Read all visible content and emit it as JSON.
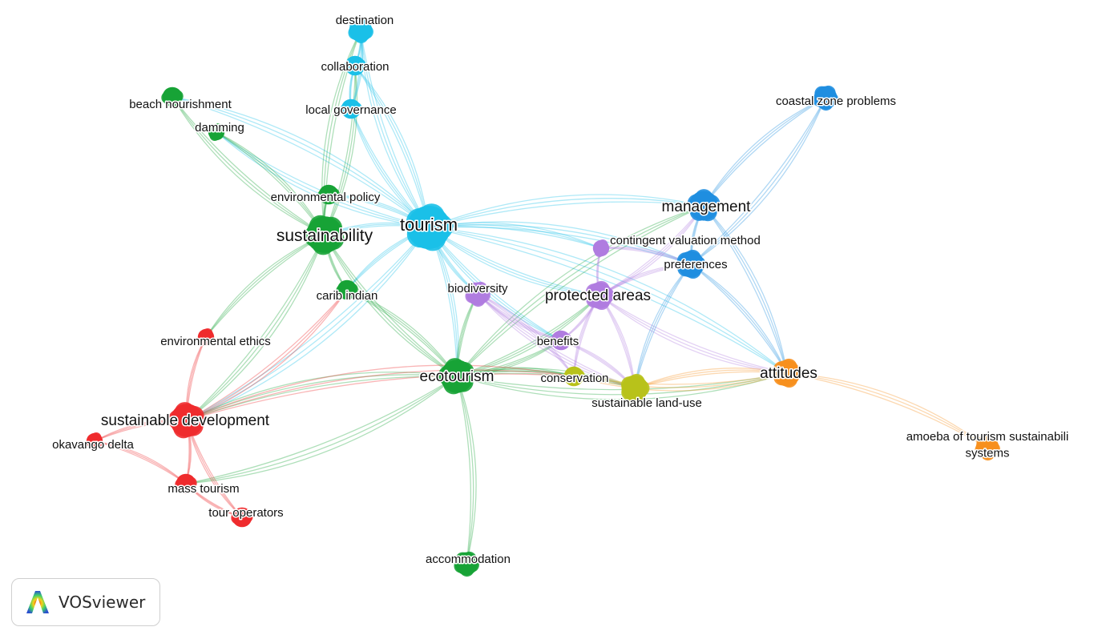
{
  "app": {
    "name": "VOSviewer"
  },
  "clusters": {
    "red": "#ef2b2d",
    "green": "#17a336",
    "cyan": "#1ac0e8",
    "blue": "#1f8ee0",
    "purple": "#b07ce0",
    "olive": "#b8c21a",
    "orange": "#f7901e"
  },
  "nodes": [
    {
      "id": "tourism",
      "label": "tourism",
      "cluster": "cyan",
      "weight": 10
    },
    {
      "id": "destination",
      "label": "destination",
      "cluster": "cyan",
      "weight": 4
    },
    {
      "id": "collaboration",
      "label": "collaboration",
      "cluster": "cyan",
      "weight": 3
    },
    {
      "id": "local-governance",
      "label": "local governance",
      "cluster": "cyan",
      "weight": 3
    },
    {
      "id": "sustainability",
      "label": "sustainability",
      "cluster": "green",
      "weight": 8
    },
    {
      "id": "beach-nourishment",
      "label": "beach nourishment",
      "cluster": "green",
      "weight": 3
    },
    {
      "id": "damming",
      "label": "damming",
      "cluster": "green",
      "weight": 2
    },
    {
      "id": "environmental-policy",
      "label": "environmental policy",
      "cluster": "green",
      "weight": 3
    },
    {
      "id": "carib-indian",
      "label": "carib indian",
      "cluster": "green",
      "weight": 3
    },
    {
      "id": "ecotourism",
      "label": "ecotourism",
      "cluster": "green",
      "weight": 7
    },
    {
      "id": "accommodation",
      "label": "accommodation",
      "cluster": "green",
      "weight": 4
    },
    {
      "id": "sustainable-development",
      "label": "sustainable development",
      "cluster": "red",
      "weight": 7
    },
    {
      "id": "okavango-delta",
      "label": "okavango delta",
      "cluster": "red",
      "weight": 2
    },
    {
      "id": "environmental-ethics",
      "label": "environmental ethics",
      "cluster": "red",
      "weight": 2
    },
    {
      "id": "mass-tourism",
      "label": "mass tourism",
      "cluster": "red",
      "weight": 3
    },
    {
      "id": "tour-operators",
      "label": "tour operators",
      "cluster": "red",
      "weight": 3
    },
    {
      "id": "biodiversity",
      "label": "biodiversity",
      "cluster": "purple",
      "weight": 4
    },
    {
      "id": "protected-areas",
      "label": "protected areas",
      "cluster": "purple",
      "weight": 5
    },
    {
      "id": "benefits",
      "label": "benefits",
      "cluster": "purple",
      "weight": 3
    },
    {
      "id": "contingent-valuation-method",
      "label": "contingent valuation method",
      "cluster": "purple",
      "weight": 2
    },
    {
      "id": "management",
      "label": "management",
      "cluster": "blue",
      "weight": 6
    },
    {
      "id": "preferences",
      "label": "preferences",
      "cluster": "blue",
      "weight": 5
    },
    {
      "id": "coastal-zone-problems",
      "label": "coastal zone problems",
      "cluster": "blue",
      "weight": 4
    },
    {
      "id": "conservation",
      "label": "conservation",
      "cluster": "olive",
      "weight": 3
    },
    {
      "id": "sustainable-land-use",
      "label": "sustainable land-use",
      "cluster": "olive",
      "weight": 5
    },
    {
      "id": "attitudes",
      "label": "attitudes",
      "cluster": "orange",
      "weight": 5
    },
    {
      "id": "amoeba-systems",
      "label": "amoeba of tourism sustainabili\nsystems",
      "cluster": "orange",
      "weight": 4
    }
  ],
  "links": [
    [
      "tourism",
      "destination"
    ],
    [
      "tourism",
      "collaboration"
    ],
    [
      "tourism",
      "local-governance"
    ],
    [
      "tourism",
      "sustainability"
    ],
    [
      "tourism",
      "management"
    ],
    [
      "tourism",
      "protected-areas"
    ],
    [
      "tourism",
      "ecotourism"
    ],
    [
      "tourism",
      "biodiversity"
    ],
    [
      "tourism",
      "preferences"
    ],
    [
      "tourism",
      "beach-nourishment"
    ],
    [
      "tourism",
      "damming"
    ],
    [
      "tourism",
      "environmental-policy"
    ],
    [
      "tourism",
      "attitudes"
    ],
    [
      "tourism",
      "benefits"
    ],
    [
      "tourism",
      "contingent-valuation-method"
    ],
    [
      "tourism",
      "carib-indian"
    ],
    [
      "tourism",
      "sustainable-development"
    ],
    [
      "sustainability",
      "ecotourism"
    ],
    [
      "sustainability",
      "beach-nourishment"
    ],
    [
      "sustainability",
      "damming"
    ],
    [
      "sustainability",
      "environmental-policy"
    ],
    [
      "sustainability",
      "carib-indian"
    ],
    [
      "sustainability",
      "sustainable-development"
    ],
    [
      "sustainability",
      "environmental-ethics"
    ],
    [
      "sustainability",
      "destination"
    ],
    [
      "sustainability",
      "collaboration"
    ],
    [
      "ecotourism",
      "accommodation"
    ],
    [
      "ecotourism",
      "protected-areas"
    ],
    [
      "ecotourism",
      "conservation"
    ],
    [
      "ecotourism",
      "sustainable-development"
    ],
    [
      "ecotourism",
      "biodiversity"
    ],
    [
      "ecotourism",
      "benefits"
    ],
    [
      "ecotourism",
      "sustainable-land-use"
    ],
    [
      "ecotourism",
      "attitudes"
    ],
    [
      "ecotourism",
      "management"
    ],
    [
      "ecotourism",
      "carib-indian"
    ],
    [
      "ecotourism",
      "mass-tourism"
    ],
    [
      "sustainable-development",
      "okavango-delta"
    ],
    [
      "sustainable-development",
      "mass-tourism"
    ],
    [
      "sustainable-development",
      "tour-operators"
    ],
    [
      "sustainable-development",
      "environmental-ethics"
    ],
    [
      "sustainable-development",
      "carib-indian"
    ],
    [
      "sustainable-development",
      "conservation"
    ],
    [
      "mass-tourism",
      "tour-operators"
    ],
    [
      "okavango-delta",
      "mass-tourism"
    ],
    [
      "protected-areas",
      "management"
    ],
    [
      "protected-areas",
      "preferences"
    ],
    [
      "protected-areas",
      "conservation"
    ],
    [
      "protected-areas",
      "sustainable-land-use"
    ],
    [
      "protected-areas",
      "attitudes"
    ],
    [
      "protected-areas",
      "benefits"
    ],
    [
      "biodiversity",
      "benefits"
    ],
    [
      "biodiversity",
      "conservation"
    ],
    [
      "biodiversity",
      "sustainable-land-use"
    ],
    [
      "management",
      "coastal-zone-problems"
    ],
    [
      "management",
      "preferences"
    ],
    [
      "management",
      "attitudes"
    ],
    [
      "preferences",
      "coastal-zone-problems"
    ],
    [
      "preferences",
      "attitudes"
    ],
    [
      "preferences",
      "sustainable-land-use"
    ],
    [
      "contingent-valuation-method",
      "preferences"
    ],
    [
      "contingent-valuation-method",
      "protected-areas"
    ],
    [
      "attitudes",
      "amoeba-systems"
    ],
    [
      "attitudes",
      "sustainable-land-use"
    ],
    [
      "attitudes",
      "conservation"
    ],
    [
      "sustainable-land-use",
      "conservation"
    ],
    [
      "benefits",
      "sustainable-land-use"
    ],
    [
      "collaboration",
      "destination"
    ],
    [
      "local-governance",
      "collaboration"
    ],
    [
      "local-governance",
      "destination"
    ]
  ]
}
